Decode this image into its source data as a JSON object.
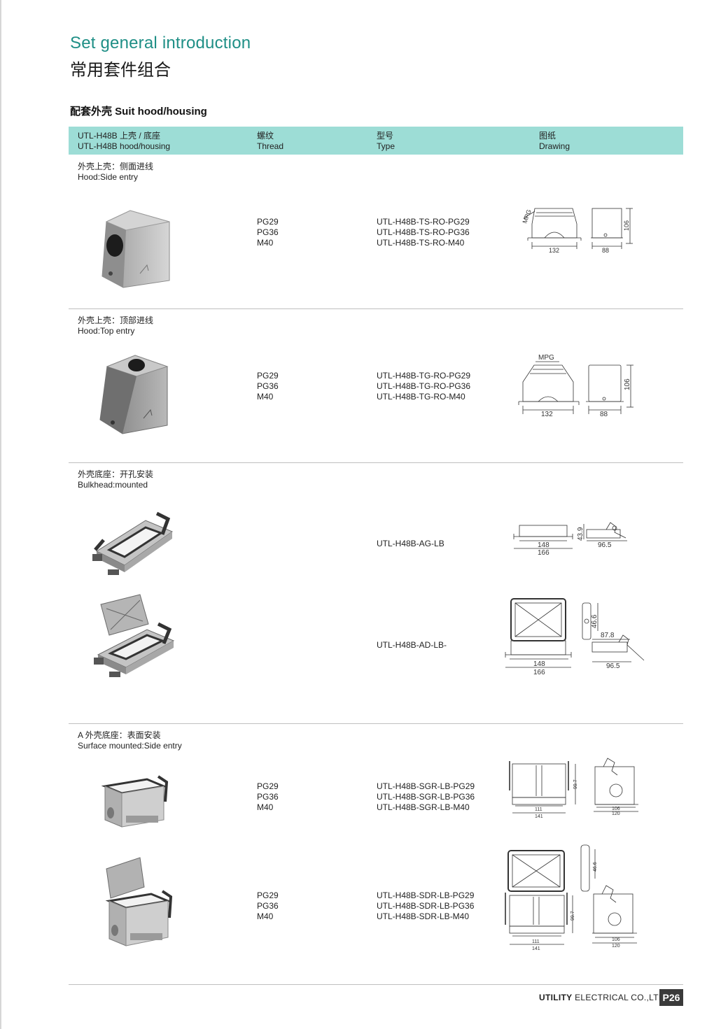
{
  "page": {
    "title_en": "Set general introduction",
    "title_cn": "常用套件组合",
    "section_title": "配套外壳  Suit hood/housing",
    "footer": {
      "brand": "UTILITY",
      "company": "ELECTRICAL CO.,LTD.",
      "page": "P26"
    }
  },
  "header": {
    "model_cn": "UTL-H48B 上壳 / 底座",
    "model_en": "UTL-H48B hood/housing",
    "thread_cn": "螺纹",
    "thread_en": "Thread",
    "type_cn": "型号",
    "type_en": "Type",
    "drawing_cn": "图纸",
    "drawing_en": "Drawing"
  },
  "categories": [
    {
      "cn": "外壳上壳：侧面进线",
      "en": "Hood:Side entry"
    },
    {
      "cn": "外壳上壳：顶部进线",
      "en": "Hood:Top entry"
    },
    {
      "cn": "外壳底座：开孔安装",
      "en": "Bulkhead:mounted"
    },
    {
      "cn": "A 外壳底座：表面安装",
      "en": "Surface mounted:Side entry"
    }
  ],
  "rows": [
    {
      "threads": [
        "PG29",
        "PG36",
        "M40"
      ],
      "types": [
        "UTL-H48B-TS-RO-PG29",
        "UTL-H48B-TS-RO-PG36",
        "UTL-H48B-TS-RO-M40"
      ],
      "dims": {
        "label": "MPG",
        "width": "132",
        "depth": "88",
        "height": "106"
      }
    },
    {
      "threads": [
        "PG29",
        "PG36",
        "M40"
      ],
      "types": [
        "UTL-H48B-TG-RO-PG29",
        "UTL-H48B-TG-RO-PG36",
        "UTL-H48B-TG-RO-M40"
      ],
      "dims": {
        "label": "MPG",
        "width": "132",
        "depth": "88",
        "height": "106"
      }
    },
    {
      "types": [
        "UTL-H48B-AG-LB"
      ],
      "dims": {
        "inner": "148",
        "outer": "166",
        "height": "43.9",
        "depth": "96.5"
      }
    },
    {
      "types": [
        "UTL-H48B-AD-LB-"
      ],
      "dims": {
        "inner": "148",
        "outer": "166",
        "height": "46.6",
        "depth1": "87.8",
        "depth2": "96.5"
      }
    },
    {
      "threads": [
        "PG29",
        "PG36",
        "M40"
      ],
      "types": [
        "UTL-H48B-SGR-LB-PG29",
        "UTL-H48B-SGR-LB-PG36",
        "UTL-H48B-SGR-LB-M40"
      ],
      "dims": {
        "inner": "111",
        "outer": "141",
        "height": "99.7",
        "side_inner": "106",
        "side_outer": "120"
      }
    },
    {
      "threads": [
        "PG29",
        "PG36",
        "M40"
      ],
      "types": [
        "UTL-H48B-SDR-LB-PG29",
        "UTL-H48B-SDR-LB-PG36",
        "UTL-H48B-SDR-LB-M40"
      ],
      "dims": {
        "inner": "111",
        "outer": "141",
        "height": "99.7",
        "lid": "46.6",
        "side_inner": "106",
        "side_outer": "120"
      }
    }
  ]
}
